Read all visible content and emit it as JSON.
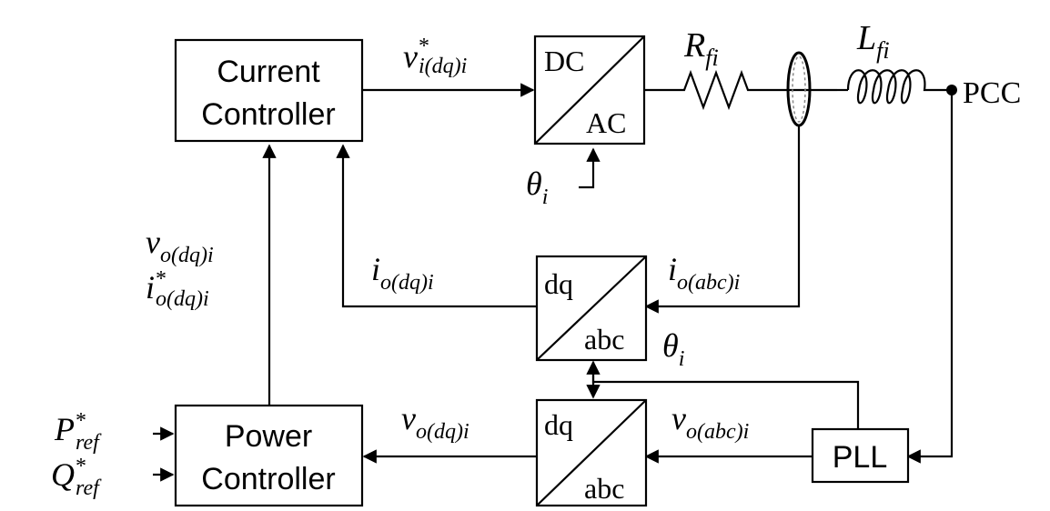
{
  "blocks": {
    "current_controller": {
      "line1": "Current",
      "line2": "Controller"
    },
    "power_controller": {
      "line1": "Power",
      "line2": "Controller"
    },
    "dcac": {
      "top": "DC",
      "bottom": "AC"
    },
    "dqabc_upper": {
      "top": "dq",
      "bottom": "abc"
    },
    "dqabc_lower": {
      "top": "dq",
      "bottom": "abc"
    },
    "pll": {
      "label": "PLL"
    }
  },
  "node": {
    "pcc": "PCC"
  },
  "signals": {
    "v_ref_main": "v",
    "v_ref_sup": "*",
    "v_ref_sub": "i(dq)i",
    "r_main": "R",
    "r_sub": "fi",
    "l_main": "L",
    "l_sub": "fi",
    "theta_top_main": "θ",
    "theta_top_sub": "i",
    "theta_mid_main": "θ",
    "theta_mid_sub": "i",
    "vo_left_main": "v",
    "vo_left_sub": "o(dq)i",
    "io_star_main": "i",
    "io_star_sup": "*",
    "io_star_sub": "o(dq)i",
    "io_dq_main": "i",
    "io_dq_sub": "o(dq)i",
    "io_abc_main": "i",
    "io_abc_sub": "o(abc)i",
    "vo_dq_main": "v",
    "vo_dq_sub": "o(dq)i",
    "vo_abc_main": "v",
    "vo_abc_sub": "o(abc)i",
    "pref_main": "P",
    "pref_sup": "*",
    "pref_sub": "ref",
    "qref_main": "Q",
    "qref_sup": "*",
    "qref_sub": "ref"
  }
}
